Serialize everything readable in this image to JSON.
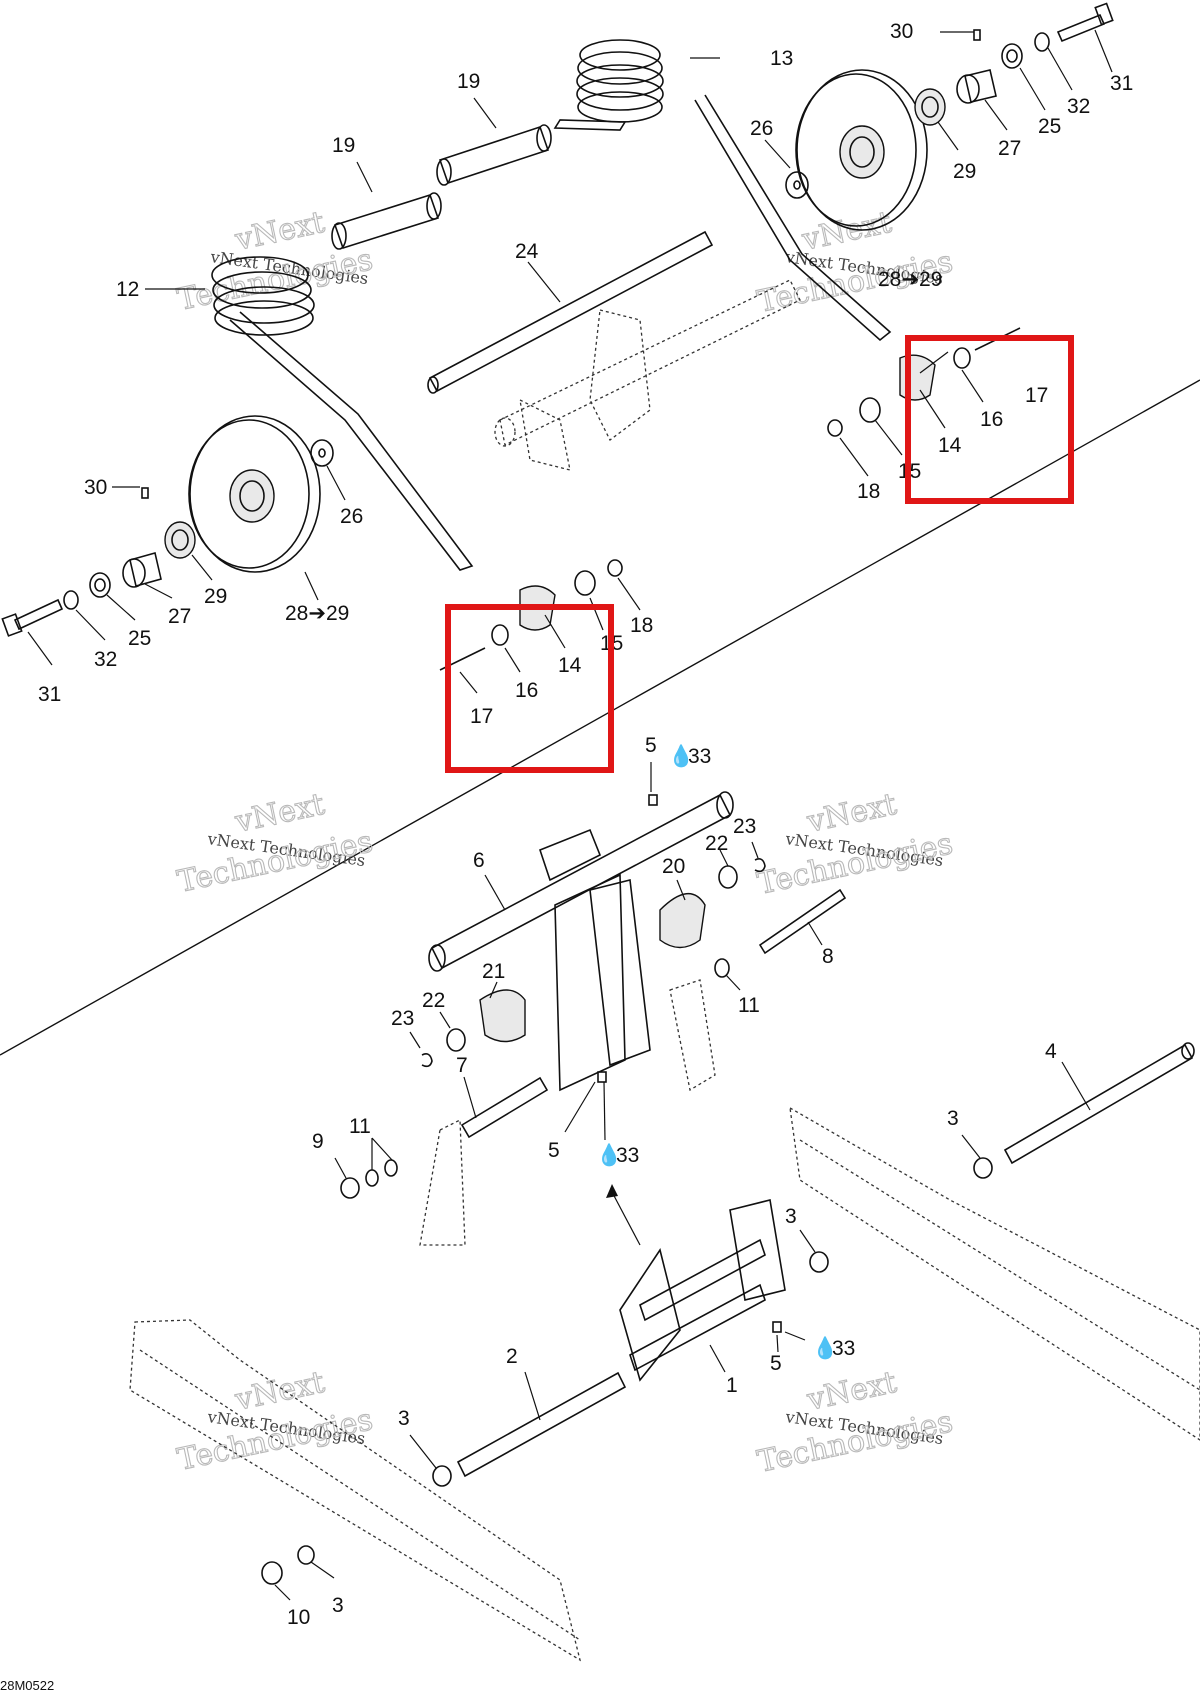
{
  "diagram_code": "28M0522",
  "watermark": {
    "line1": "vNext",
    "line2": "vNext Technologies",
    "line3": "Technologies"
  },
  "drop_symbol": "💧",
  "highlight_color": "#e01616",
  "callouts": {
    "c30a": "30",
    "c13": "13",
    "c31a": "31",
    "c32a": "32",
    "c25a": "25",
    "c27a": "27",
    "c29a": "29",
    "c19a": "19",
    "c19b": "19",
    "c26a": "26",
    "c12": "12",
    "c24": "24",
    "c2829a": "28➔29",
    "c17a": "17",
    "c16a": "16",
    "c14a": "14",
    "c15a": "15",
    "c18a": "18",
    "c30b": "30",
    "c26b": "26",
    "c29b": "29",
    "c27b": "27",
    "c25b": "25",
    "c32b": "32",
    "c31b": "31",
    "c2829b": "28➔29",
    "c18b": "18",
    "c15b": "15",
    "c14b": "14",
    "c16b": "16",
    "c17b": "17",
    "c5a": "5",
    "c33a": "33",
    "c6": "6",
    "c20": "20",
    "c22a": "22",
    "c23a": "23",
    "c8": "8",
    "c21": "21",
    "c11a": "11",
    "c22b": "22",
    "c23b": "23",
    "c7": "7",
    "c4": "4",
    "c9": "9",
    "c11b": "11",
    "c5b": "5",
    "c33b": "33",
    "c3a": "3",
    "c3b": "3",
    "c33c": "33",
    "c5c": "5",
    "c2": "2",
    "c1": "1",
    "c3c": "3",
    "c10": "10",
    "c3d": "3"
  }
}
